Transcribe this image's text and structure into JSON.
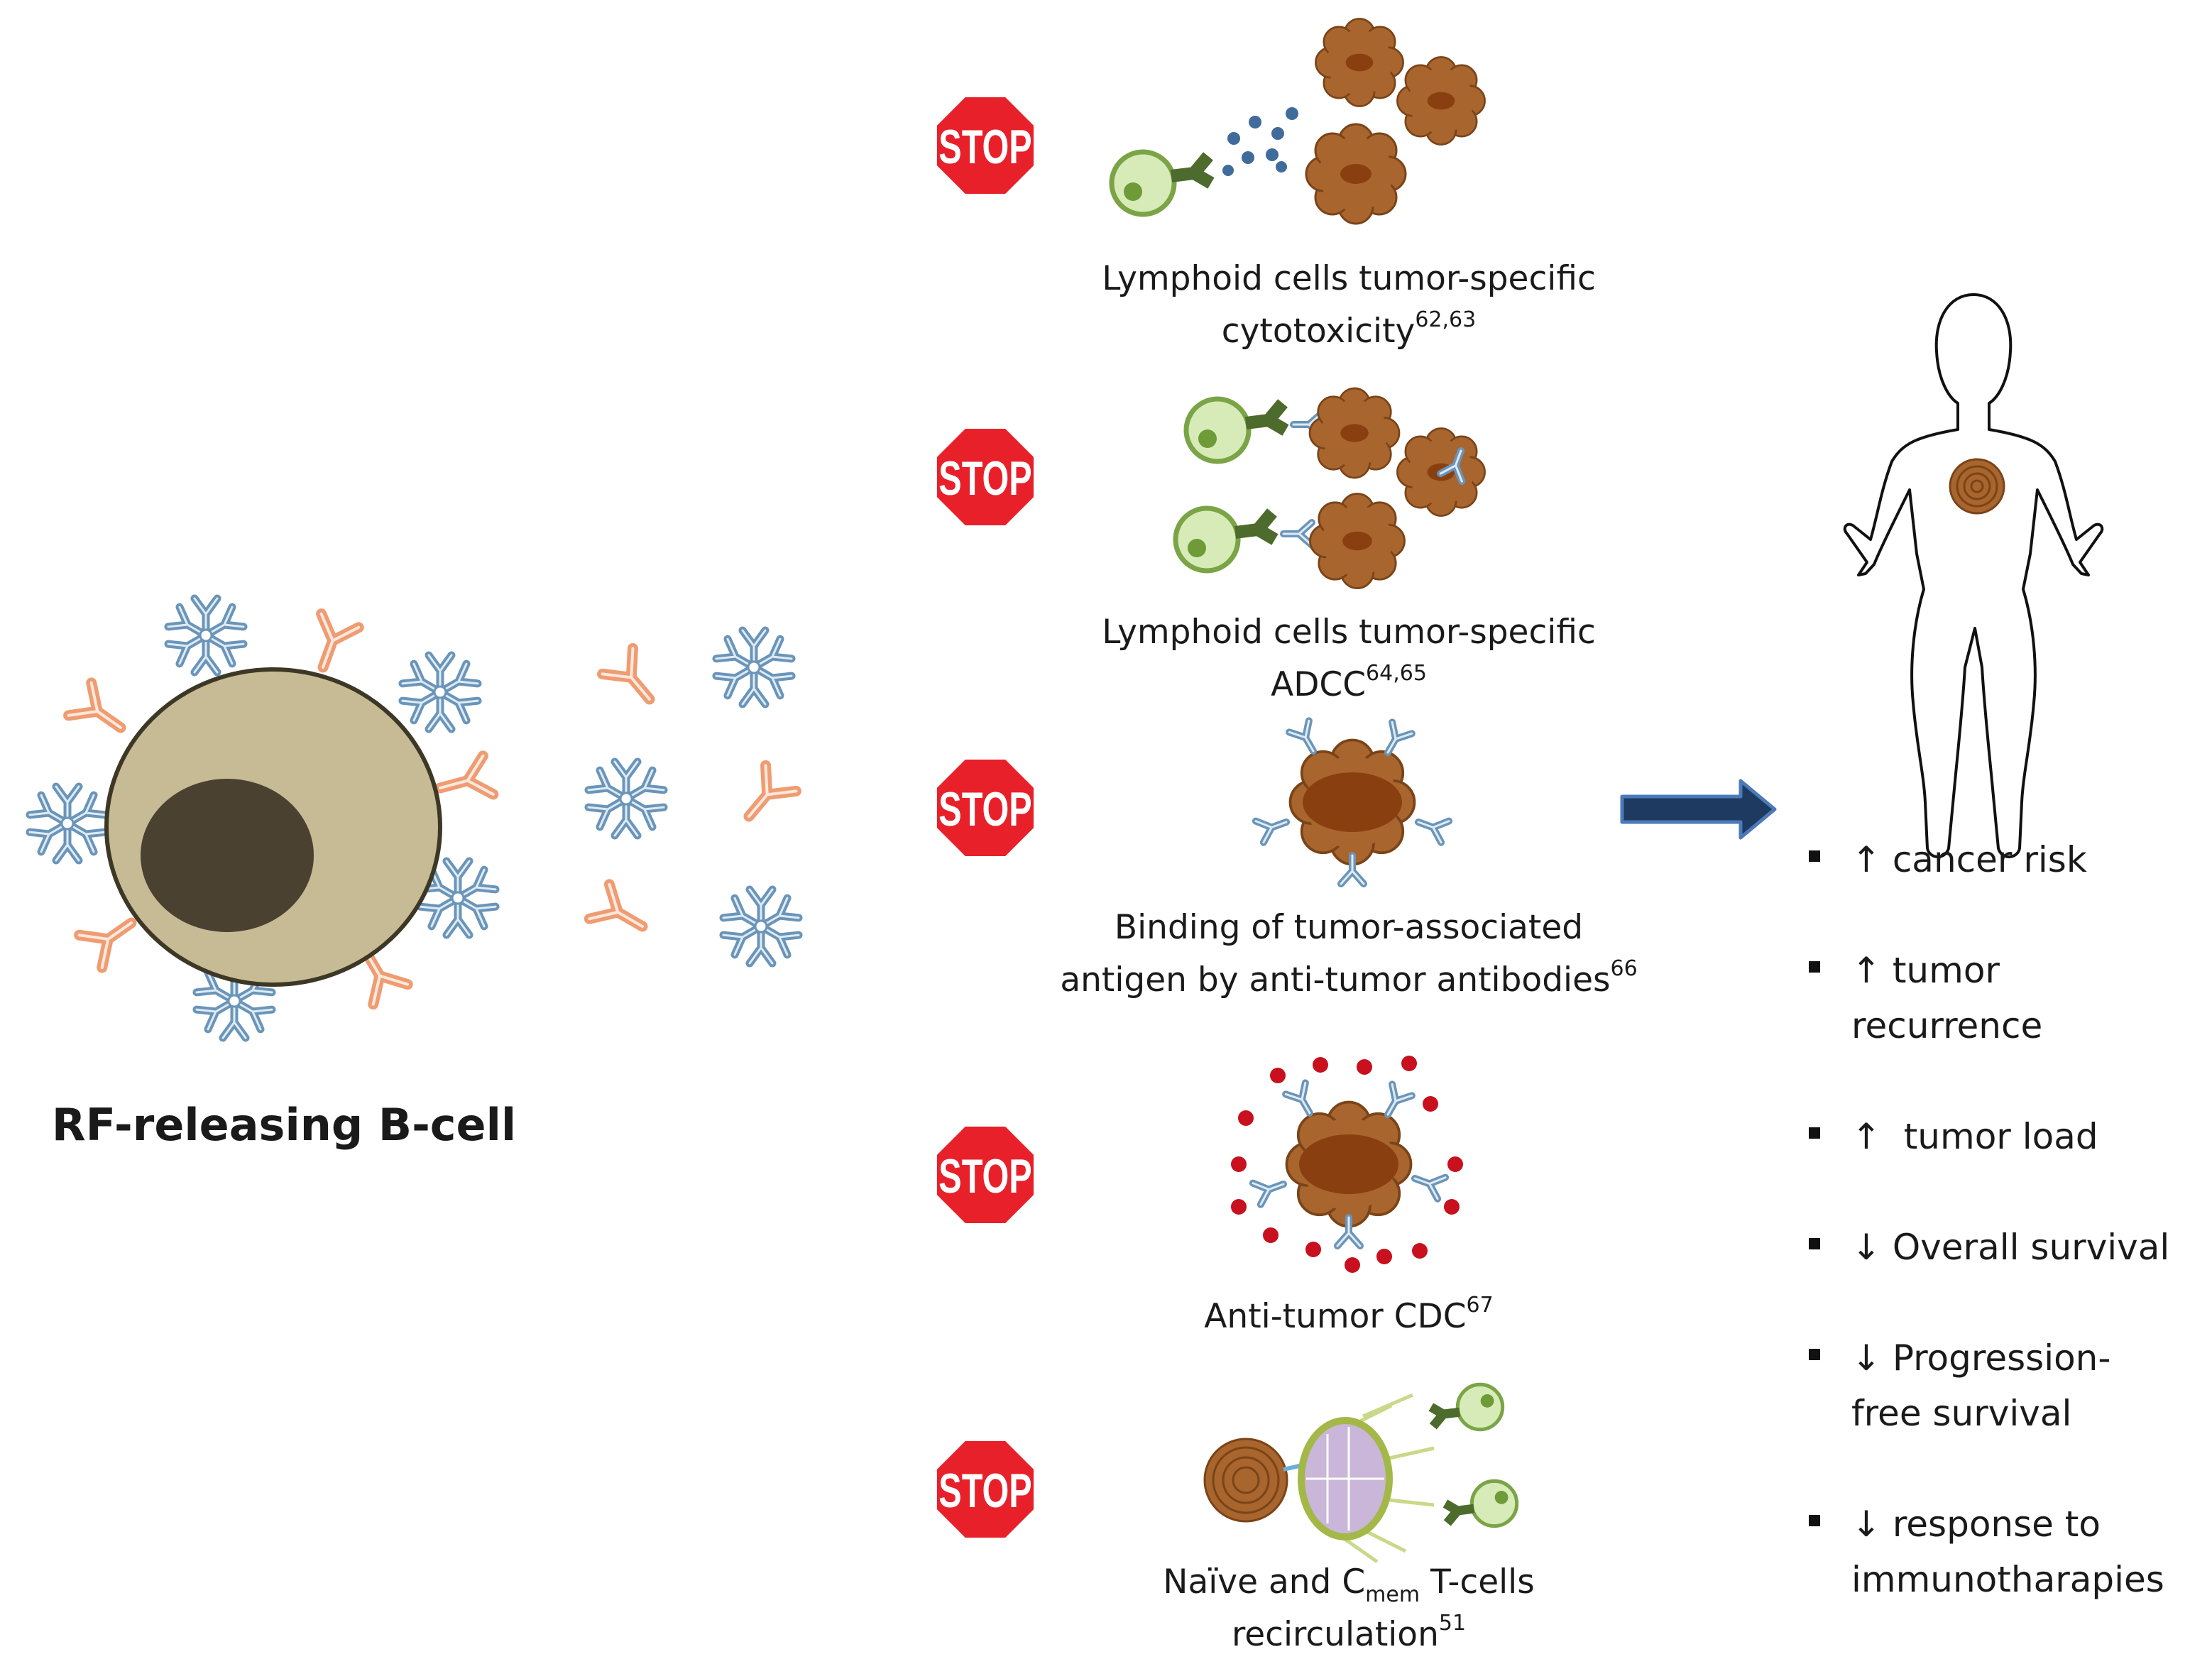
{
  "bcell": {
    "title": "RF-releasing B-cell"
  },
  "stop_sign_text": "STOP",
  "mechanisms": [
    {
      "lines": [
        {
          "text": "Lymphoid cells  tumor-specific"
        },
        {
          "text": "cytotoxicity",
          "sup": "62,63"
        }
      ]
    },
    {
      "lines": [
        {
          "text": "Lymphoid cells  tumor-specific"
        },
        {
          "text": "ADCC",
          "sup": "64,65"
        }
      ]
    },
    {
      "lines": [
        {
          "text": "Binding of tumor-associated"
        },
        {
          "text": "antigen by anti-tumor antibodies",
          "sup": "66"
        }
      ]
    },
    {
      "lines": [
        {
          "text": "Anti-tumor CDC",
          "sup": "67"
        }
      ]
    },
    {
      "lines": [
        {
          "text": "Naïve and C",
          "sub": "mem",
          "after": " T-cells"
        },
        {
          "text": "recirculation",
          "sup": "51"
        }
      ]
    }
  ],
  "outcomes": [
    {
      "arrow": "↑",
      "text": "cancer risk"
    },
    {
      "arrow": "↑",
      "text": "tumor\nrecurrence"
    },
    {
      "arrow": "↑",
      "text": " tumor load"
    },
    {
      "arrow": "↓",
      "text": "Overall survival"
    },
    {
      "arrow": "↓",
      "text": "Progression-\nfree survival"
    },
    {
      "arrow": "↓",
      "text": "response to\nimmunotharapies"
    }
  ],
  "colors": {
    "stop_red": "#e8202a",
    "bcell_cytoplasm": "#c7bb96",
    "bcell_nucleus": "#4a4130",
    "igm_blue": "#6a95b9",
    "igg_orange": "#ef9c73",
    "tumor_brown": "#a9652e",
    "tumor_nucleus": "#8a3f10",
    "lymphocyte_green": "#b8d98a",
    "receptor_green": "#4d6b2c",
    "complement_red": "#c8101e",
    "arrow_blue": "#1f3a60"
  }
}
